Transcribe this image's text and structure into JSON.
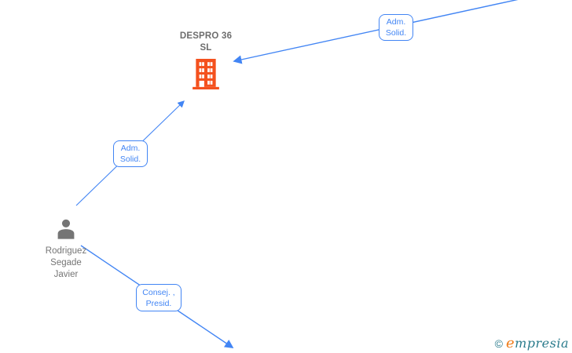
{
  "company": {
    "line1": "DESPRO 36",
    "line2": "SL"
  },
  "person": {
    "line1": "Rodriguez",
    "line2": "Segade",
    "line3": "Javier"
  },
  "edge_labels": {
    "top": {
      "line1": "Adm.",
      "line2": "Solid."
    },
    "middle": {
      "line1": "Adm.",
      "line2": "Solid."
    },
    "bottom": {
      "line1": "Consej. ,",
      "line2": "Presid."
    }
  },
  "logo": {
    "copyright": "©",
    "brand_first_letter": "e",
    "brand_rest": "mpresia"
  },
  "colors": {
    "company_icon": "#f4511e",
    "person_icon": "#757575",
    "edge_blue": "#4285f4",
    "node_text_gray": "#6d6d6d",
    "logo_teal": "#2a7b8c",
    "logo_orange": "#f07d1a"
  }
}
